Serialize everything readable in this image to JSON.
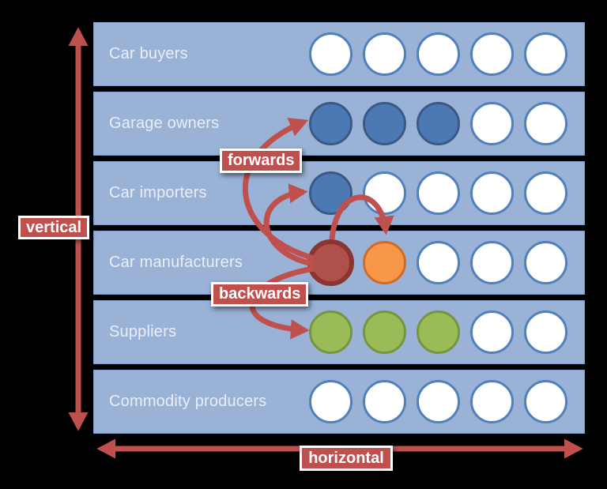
{
  "diagram": {
    "axis_vertical_label": "vertical",
    "axis_horizontal_label": "horizontal",
    "forwards_label": "forwards",
    "backwards_label": "backwards"
  },
  "rows": [
    {
      "label": "Car buyers",
      "circles": [
        "white",
        "white",
        "white",
        "white",
        "white"
      ]
    },
    {
      "label": "Garage owners",
      "circles": [
        "blue",
        "blue",
        "blue",
        "white",
        "white"
      ]
    },
    {
      "label": "Car importers",
      "circles": [
        "blue",
        "white",
        "white",
        "white",
        "white"
      ]
    },
    {
      "label": "Car manufacturers",
      "circles": [
        "red",
        "orange",
        "white",
        "white",
        "white"
      ]
    },
    {
      "label": "Suppliers",
      "circles": [
        "green",
        "green",
        "green",
        "white",
        "white"
      ]
    },
    {
      "label": "Commodity producers",
      "circles": [
        "white",
        "white",
        "white",
        "white",
        "white"
      ]
    }
  ],
  "palette": {
    "background": "#000000",
    "band_fill": "#9ab2d6",
    "accent_red": "#c0504d",
    "row_text": "#e9eef7",
    "tag_text": "#ffffff",
    "circle_white_fill": "#ffffff",
    "circle_white_border": "#4f81bd",
    "circle_blue_fill": "#4c79b3",
    "circle_blue_border": "#3a5a85",
    "circle_red_fill": "#b0504b",
    "circle_red_border": "#8c3431",
    "circle_orange_fill": "#f79747",
    "circle_orange_border": "#cf6b2a",
    "circle_green_fill": "#9bbb59",
    "circle_green_border": "#77953f"
  }
}
